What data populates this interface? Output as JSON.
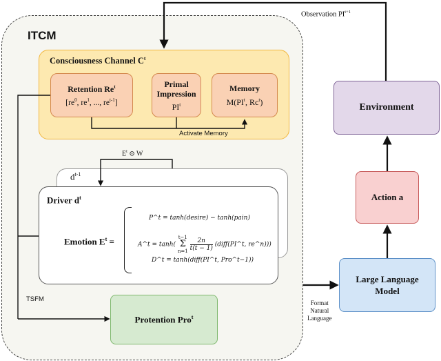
{
  "observation": {
    "text": "Observation PI",
    "sup": "t+1"
  },
  "itcm": {
    "title": "ITCM"
  },
  "channel": {
    "title": "Consciousness Channel C",
    "sup": "t"
  },
  "retention": {
    "title": "Retention Re",
    "title_sup": "t",
    "seq_open": "[re",
    "seq_sup0": "0",
    "seq_mid1": ", re",
    "seq_sup1": "1",
    "seq_mid2": ", ..., re",
    "seq_sup2": "t-1",
    "seq_close": "]"
  },
  "primal": {
    "line1": "Primal",
    "line2": "Impression",
    "line3": "PI",
    "sup": "t"
  },
  "memory": {
    "title": "Memory",
    "formula_a": "M(PI",
    "sup_a": "t",
    "formula_b": ", Rc",
    "sup_b": "t",
    "formula_c": ")"
  },
  "activate_memory": "Activate Memory",
  "ew": {
    "text_a": "E",
    "sup": "t",
    "text_b": " ⊙ W"
  },
  "driver_prev": {
    "label": "d",
    "sup": "t-1"
  },
  "driver": {
    "label": "Driver d",
    "sup": "t"
  },
  "emotion": {
    "label": "Emotion E",
    "sup": "t",
    "eq_sign": " =",
    "p_eq": "P^t = tanh(desire) − tanh(pain)",
    "a_eq_lhs": "A^t = tanh(",
    "a_sum_top": "t−1",
    "a_sum_bot": "n=1",
    "a_frac_num": "2n",
    "a_frac_den": "t(t − 1)",
    "a_eq_rhs": "(diff(PI^t, re^n)))",
    "d_eq": "D^t = tanh(diff(PI^t, Pro^t−1))"
  },
  "tsfm": "TSFM",
  "protention": {
    "label": "Protention Pro",
    "sup": "t"
  },
  "environment": "Environment",
  "action": "Action a",
  "llm": {
    "line1": "Large Language",
    "line2": "Model"
  },
  "format": {
    "line1": "Format",
    "line2": "Natural",
    "line3": "Language"
  },
  "colors": {
    "channel_fill": "#fde9b0",
    "channel_border": "#f2b63c",
    "inner_fill": "#fad1b4",
    "inner_border": "#d4894e",
    "itcm_fill": "#f7f7f2",
    "driver_fill": "#ffffff",
    "protention_fill": "#d6ead0",
    "protention_border": "#7fb86e",
    "env_fill": "#e3d8ea",
    "env_border": "#7e6396",
    "action_fill": "#f9d0d0",
    "action_border": "#c75a5a",
    "llm_fill": "#d3e5f7",
    "llm_border": "#5b8fc7"
  }
}
